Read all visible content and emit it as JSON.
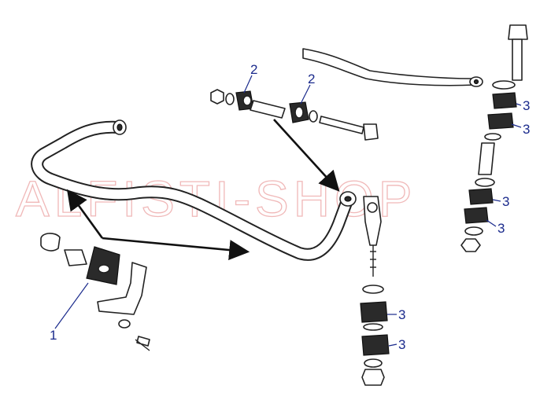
{
  "watermark": "ALFISTI-SHOP",
  "callouts": [
    {
      "id": "c1",
      "label": "1"
    },
    {
      "id": "c2a",
      "label": "2"
    },
    {
      "id": "c2b",
      "label": "2"
    },
    {
      "id": "c3a",
      "label": "3"
    },
    {
      "id": "c3b",
      "label": "3"
    },
    {
      "id": "c3c",
      "label": "3"
    },
    {
      "id": "c3d",
      "label": "3"
    },
    {
      "id": "c3e",
      "label": "3"
    },
    {
      "id": "c3f",
      "label": "3"
    }
  ],
  "colors": {
    "callout": "#1a2a8c",
    "watermark": "#f0b8b8",
    "ink": "#222222"
  }
}
